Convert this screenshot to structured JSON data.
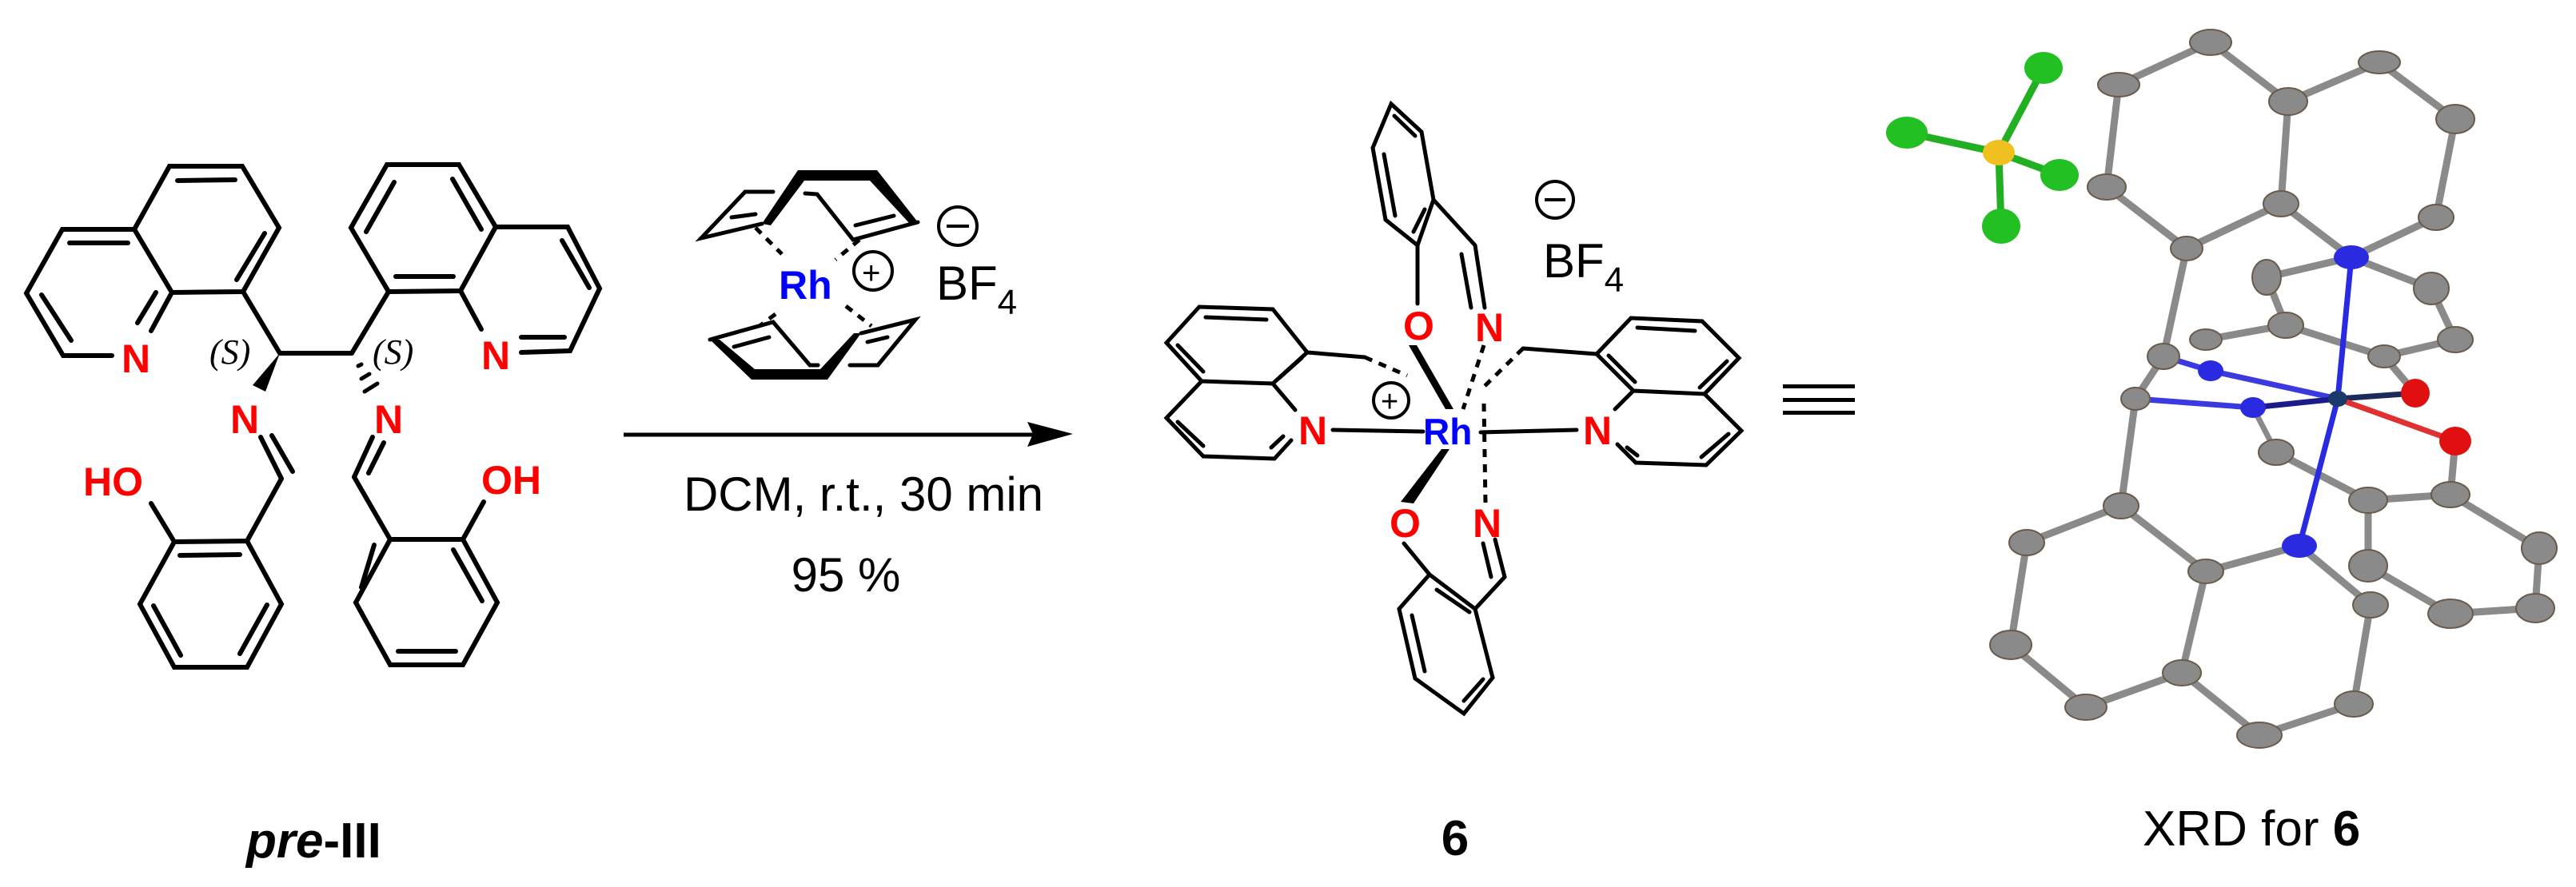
{
  "scheme": {
    "type": "reaction-scheme",
    "reactant": {
      "label_italic": "pre",
      "label_rest": "-III",
      "atoms": {
        "quinoline_N": "N",
        "imine_N": "N",
        "hydroxyl_left": "HO",
        "hydroxyl_right": "OH"
      },
      "stereo_descriptors": [
        "(S)",
        "(S)"
      ]
    },
    "reagent": {
      "metal": "Rh",
      "metal_charge": "+",
      "counterion": "BF",
      "counterion_subscript": "4",
      "counterion_charge": "−"
    },
    "conditions": {
      "line1": "DCM, r.t., 30 min",
      "yield": "95 %"
    },
    "product": {
      "label": "6",
      "metal": "Rh",
      "metal_charge": "+",
      "atoms": {
        "N": "N",
        "O": "O"
      },
      "counterion": "BF",
      "counterion_subscript": "4",
      "counterion_charge": "−"
    },
    "equivalence_symbol": "≡",
    "xrd": {
      "label_prefix": "XRD for ",
      "label_bold": "6"
    },
    "colors": {
      "heteroatom": "#ff0000",
      "metal": "#0000ff",
      "bond": "#000000",
      "xrd_carbon": "#8a8a8a",
      "xrd_nitrogen": "#2a2ae0",
      "xrd_oxygen": "#e01010",
      "xrd_fluorine": "#22c022",
      "xrd_boron": "#f0c020",
      "xrd_rhodium": "#1a3a6a"
    }
  }
}
